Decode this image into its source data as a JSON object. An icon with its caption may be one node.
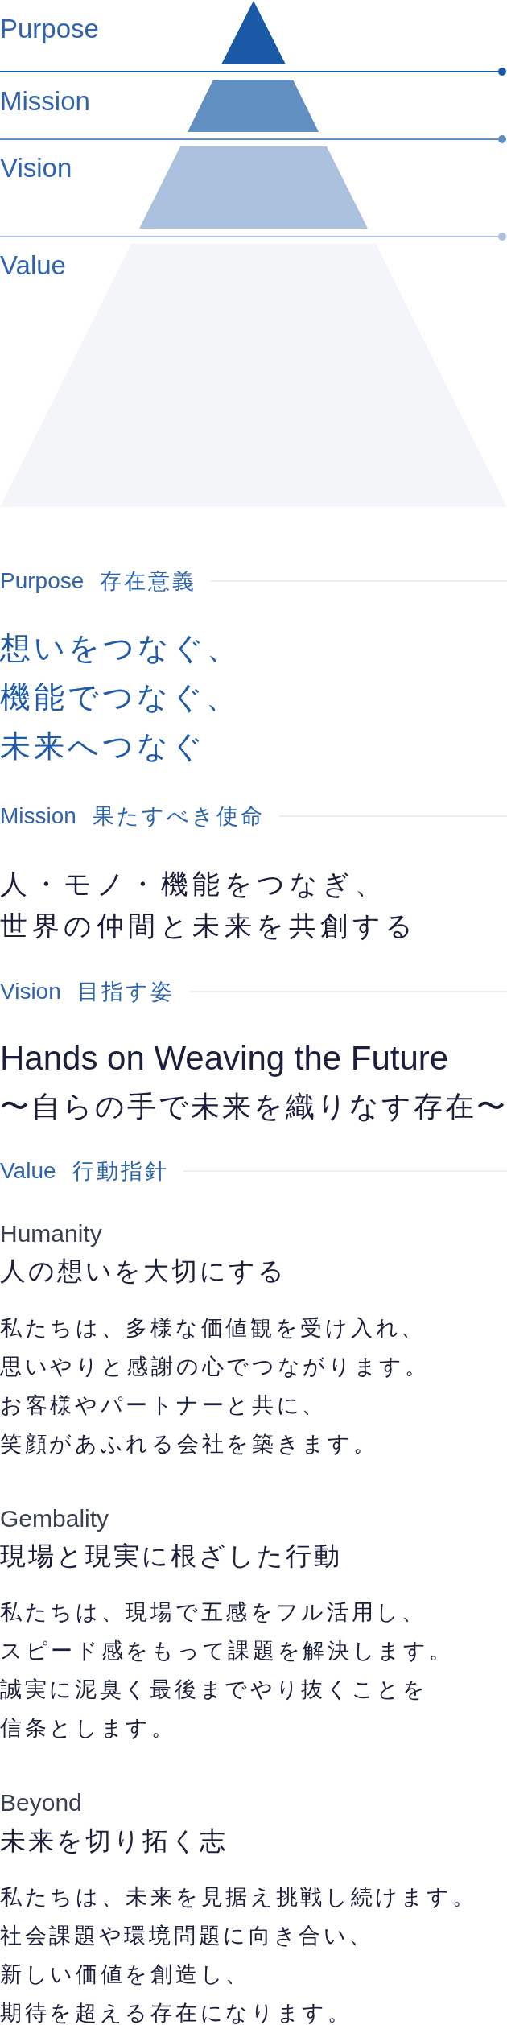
{
  "diagram": {
    "nodes": [
      {
        "text": [],
        "shape": "triangle"
      },
      {
        "text": [],
        "shape": "trapezoid"
      },
      {
        "text": [],
        "shape": "trapezoid"
      },
      {
        "text": [],
        "shape": "trapezoid"
      }
    ],
    "labels": [
      "Purpose",
      "Mission",
      "Vision",
      "Value",
      "Purpose",
      "存在意義",
      "想いをつなぐ、機能でつなぐ、未来へつなぐ",
      "Mission",
      "果たすべき使命",
      "人・モノ・機能をつなぎ、世界の仲間と未来を共創する",
      "Vision",
      "目指す姿",
      "Hands on Weaving the Future",
      "〜自らの手で未来を織りなす存在〜",
      "Value",
      "行動指針",
      "Humanity",
      "人の想いを大切にする",
      "私たちは、多様な価値観を受け入れ、思いやりと感謝の心でつながります。お客様やパートナーと共に、笑顔があふれる会社を築きます。",
      "Gembality",
      "現場と現実に根ざした行動",
      "私たちは、現場で五感をフル活用し、スピード感をもって課題を解決します。誠実に泥臭く最後までやり抜くことを信条とします。",
      "Beyond",
      "未来を切り拓く志",
      "私たちは、未来を見据え挑戦し続けます。社会課題や環境問題に向き合い、新しい価値を創造し、期待を超える存在になります。"
    ]
  }
}
